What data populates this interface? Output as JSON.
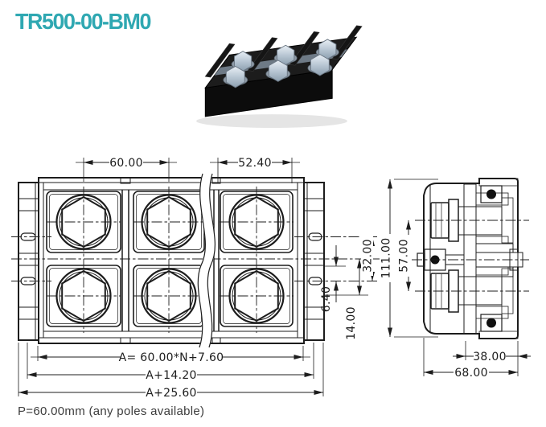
{
  "title": "TR500-00-BM0",
  "footer_note": "P=60.00mm  (any poles available)",
  "front_view": {
    "dim_pitch": "60.00",
    "dim_end": "52.40",
    "dim_formula": "A= 60.00*N+7.60",
    "dim_width_mid": "A+14.20",
    "dim_width_outer": "A+25.60",
    "dim_slot_span": "32.00",
    "dim_slot_width": "6.40",
    "dim_slot_offset": "14.00"
  },
  "side_view": {
    "dim_height": "111.00",
    "dim_screw_span": "57.00",
    "dim_depth_inner": "38.00",
    "dim_depth_total": "68.00"
  },
  "colors": {
    "accent": "#2fa8b2",
    "line": "#1d1d1d"
  }
}
